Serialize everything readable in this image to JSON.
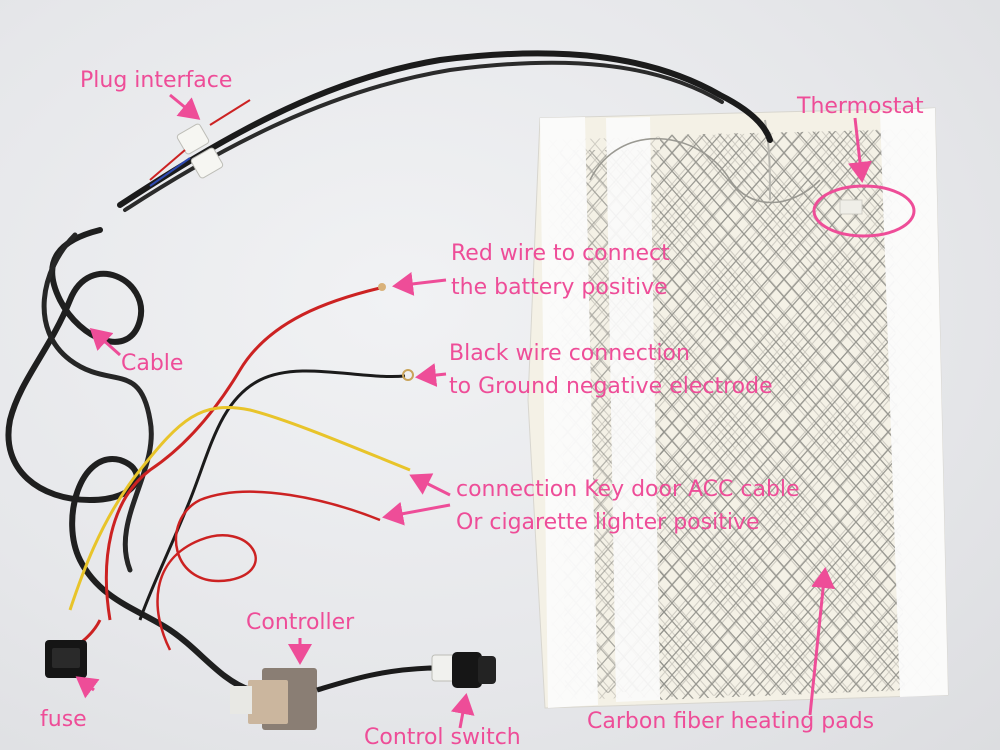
{
  "labels": {
    "plug_interface": "Plug interface",
    "thermostat": "Thermostat",
    "red_wire_line1": "Red wire to connect",
    "red_wire_line2": "the battery positive",
    "cable": "Cable",
    "black_wire_line1": "Black wire connection",
    "black_wire_line2": "to Ground negative electrode",
    "acc_line1": "connection Key door ACC cable",
    "acc_line2": "Or cigarette lighter positive",
    "controller": "Controller",
    "fuse": "fuse",
    "control_switch": "Control switch",
    "carbon_pads": "Carbon fiber heating pads"
  },
  "colors": {
    "annotation": "#ee4d98",
    "background": "#e6e7ea",
    "pad": "#f4f1e6",
    "pad_strip": "#fbfbfb",
    "pattern": "#8c8c86",
    "wire_black": "#1b1b1b",
    "wire_red": "#cc2222",
    "wire_yellow": "#e8c42a"
  }
}
